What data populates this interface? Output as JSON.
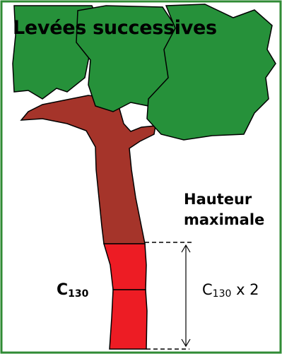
{
  "title": "Levées successives",
  "max_height_label_line1": "Hauteur",
  "max_height_label_line2": "maximale",
  "circumference_label": "C",
  "circumference_subscript": "130",
  "formula_prefix": "C",
  "formula_subscript": "130",
  "formula_suffix": " x 2",
  "colors": {
    "foliage": "#26913a",
    "trunk": "#a5342a",
    "logs": "#ed1c24",
    "border": "#2f8a34",
    "outline": "#000000"
  }
}
